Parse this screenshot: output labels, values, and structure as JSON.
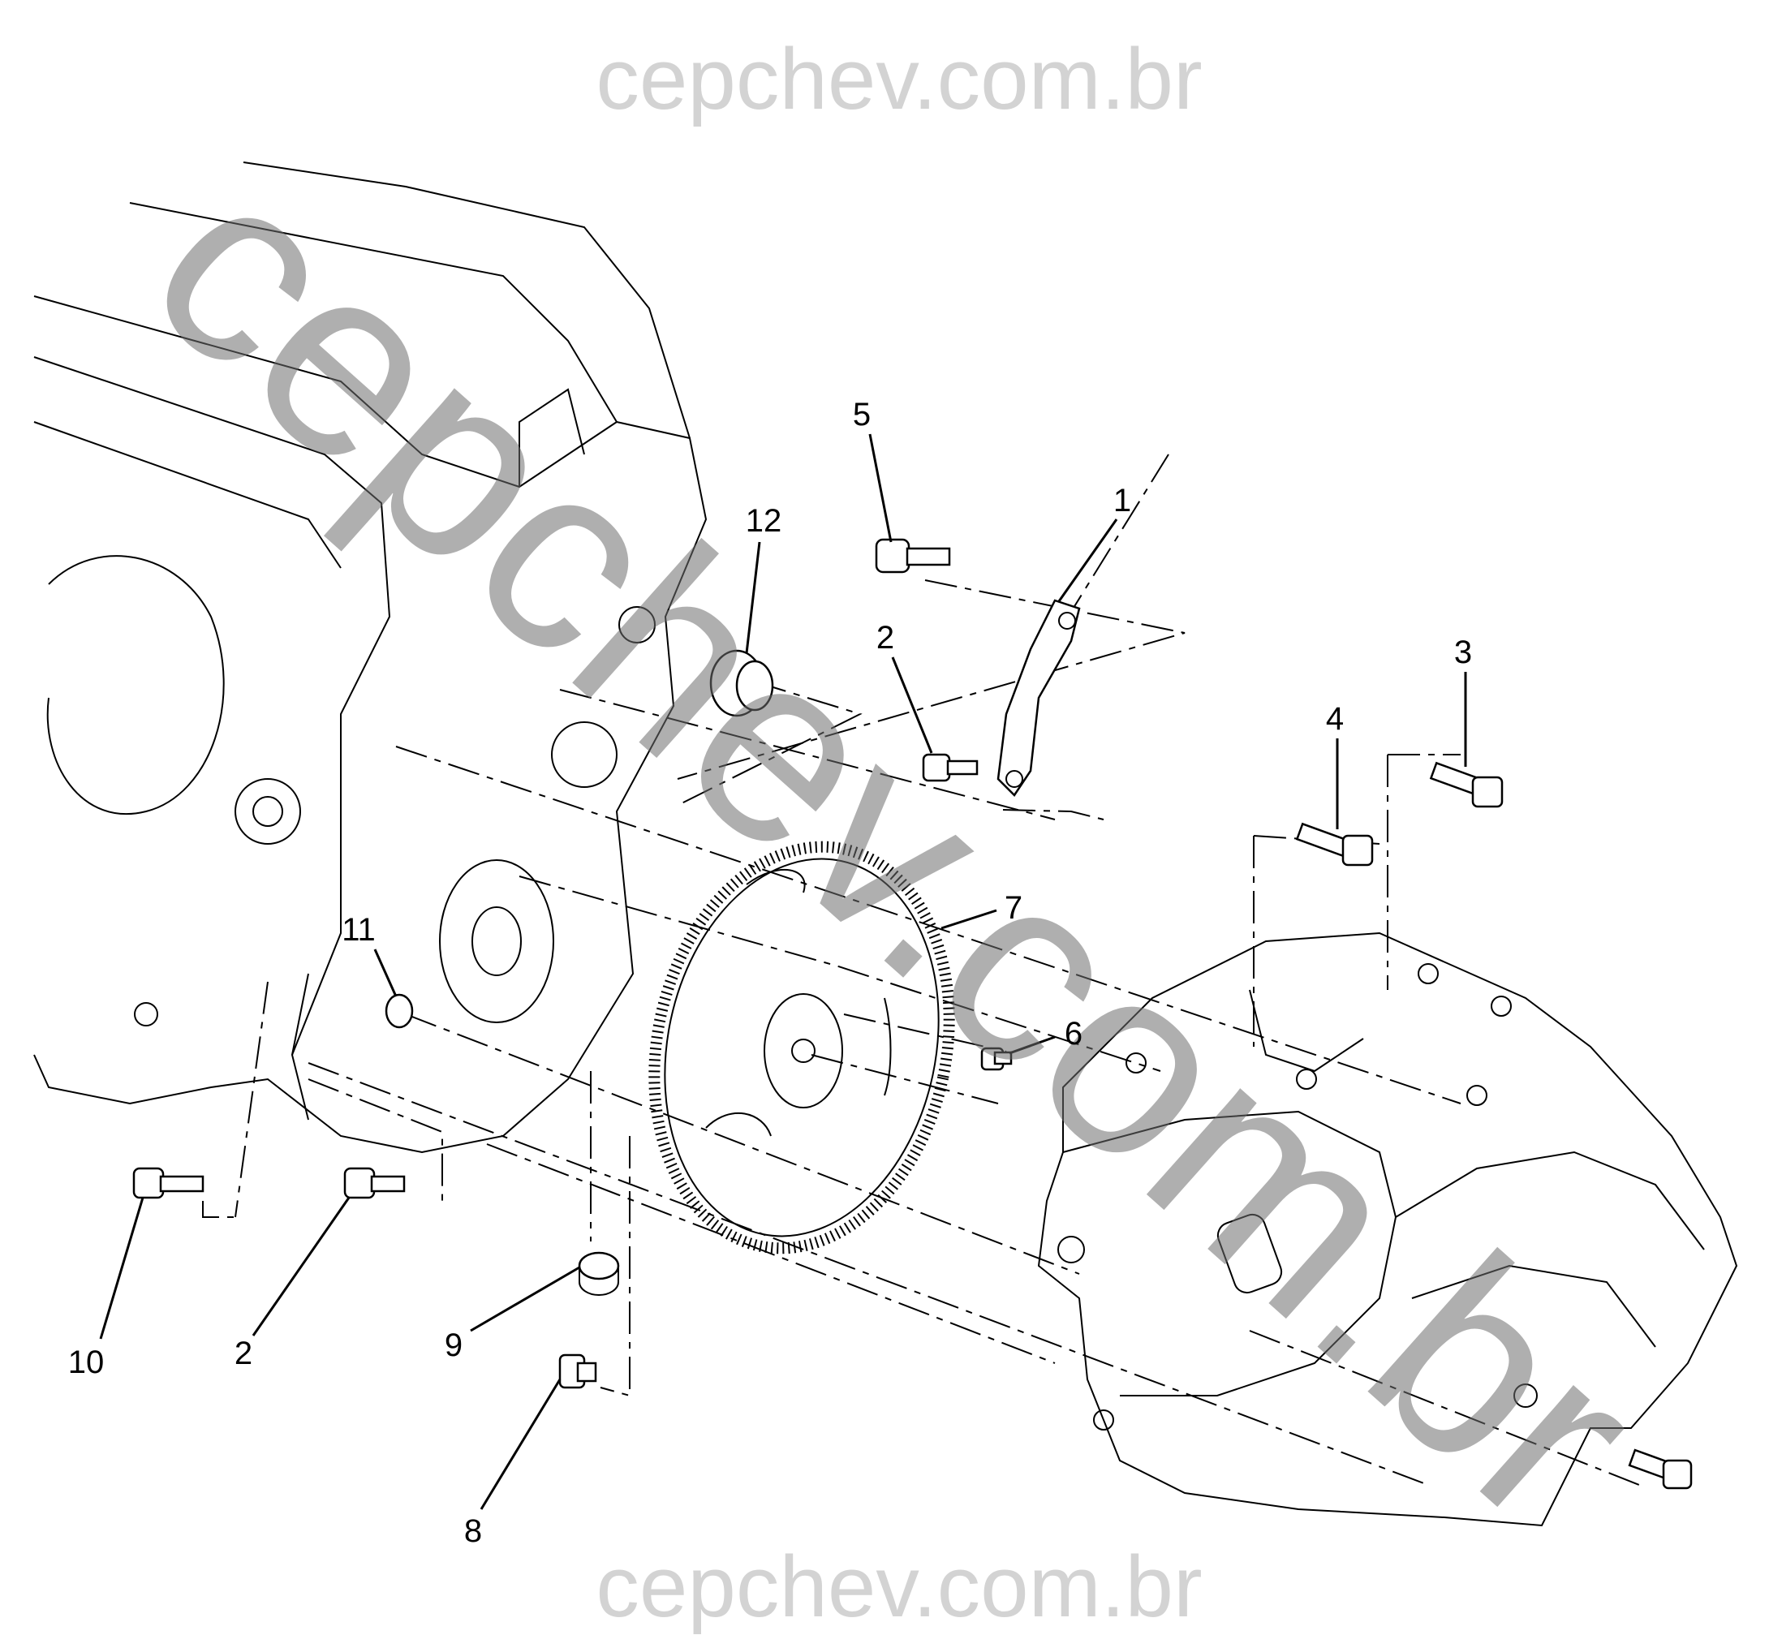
{
  "watermark": {
    "top": "cepchev.com.br",
    "diagonal": "cepchev.com.br",
    "bottom": "cepchev.com.br"
  },
  "callouts": {
    "c1": "1",
    "c2_top": "2",
    "c2_bottom": "2",
    "c3": "3",
    "c4": "4",
    "c5": "5",
    "c6": "6",
    "c7": "7",
    "c8": "8",
    "c9": "9",
    "c10": "10",
    "c11": "11",
    "c12": "12"
  }
}
